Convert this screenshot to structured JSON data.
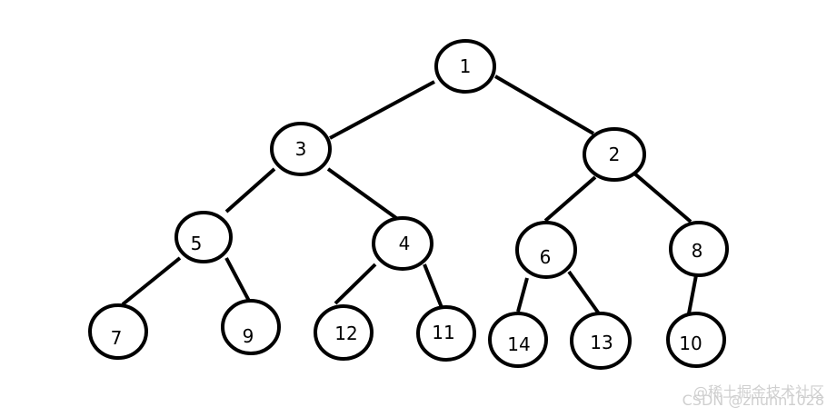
{
  "diagram": {
    "type": "binary-tree",
    "nodes": [
      {
        "id": "n1",
        "label": "1"
      },
      {
        "id": "n3",
        "label": "3"
      },
      {
        "id": "n2",
        "label": "2"
      },
      {
        "id": "n5",
        "label": "5"
      },
      {
        "id": "n4",
        "label": "4"
      },
      {
        "id": "n6",
        "label": "6"
      },
      {
        "id": "n8",
        "label": "8"
      },
      {
        "id": "n7",
        "label": "7"
      },
      {
        "id": "n9",
        "label": "9"
      },
      {
        "id": "n12",
        "label": "12"
      },
      {
        "id": "n11",
        "label": "11"
      },
      {
        "id": "n14",
        "label": "14"
      },
      {
        "id": "n13",
        "label": "13"
      },
      {
        "id": "n10",
        "label": "10"
      }
    ],
    "edges": [
      {
        "from": "n1",
        "to": "n3"
      },
      {
        "from": "n1",
        "to": "n2"
      },
      {
        "from": "n3",
        "to": "n5"
      },
      {
        "from": "n3",
        "to": "n4"
      },
      {
        "from": "n2",
        "to": "n6"
      },
      {
        "from": "n2",
        "to": "n8"
      },
      {
        "from": "n5",
        "to": "n7"
      },
      {
        "from": "n5",
        "to": "n9"
      },
      {
        "from": "n4",
        "to": "n12"
      },
      {
        "from": "n4",
        "to": "n11"
      },
      {
        "from": "n6",
        "to": "n14"
      },
      {
        "from": "n6",
        "to": "n13"
      },
      {
        "from": "n8",
        "to": "n10"
      }
    ]
  },
  "watermark": {
    "text": "CSDN @zhuhn1028",
    "overlay": "@稀土掘金技术社区"
  }
}
